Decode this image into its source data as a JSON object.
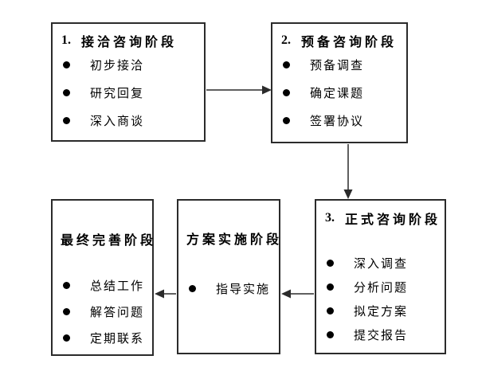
{
  "page": {
    "background": "#ffffff"
  },
  "colors": {
    "box_border": "#2b2b2b",
    "arrow": "#2b2b2b",
    "text": "#000000",
    "bullet": "#000000"
  },
  "bullet_icon": "filled-circle",
  "boxes": [
    {
      "number": "1.",
      "title": "接洽咨询阶段",
      "items": [
        "初步接洽",
        "研究回复",
        "深入商谈"
      ]
    },
    {
      "number": "2.",
      "title": "预备咨询阶段",
      "items": [
        "预备调查",
        "确定课题",
        "签署协议"
      ]
    },
    {
      "number": "3.",
      "title": "正式咨询阶段",
      "items": [
        "深入调查",
        "分析问题",
        "拟定方案",
        "提交报告"
      ]
    },
    {
      "number": "",
      "title": "方案实施阶段",
      "items": [
        "指导实施"
      ]
    },
    {
      "number": "",
      "title": "最终完善阶段",
      "items": [
        "总结工作",
        "解答问题",
        "定期联系"
      ]
    }
  ],
  "arrows": [
    {
      "from": "接洽咨询阶段",
      "to": "预备咨询阶段",
      "direction": "right"
    },
    {
      "from": "预备咨询阶段",
      "to": "正式咨询阶段",
      "direction": "down"
    },
    {
      "from": "正式咨询阶段",
      "to": "方案实施阶段",
      "direction": "left"
    },
    {
      "from": "方案实施阶段",
      "to": "最终完善阶段",
      "direction": "left"
    }
  ]
}
